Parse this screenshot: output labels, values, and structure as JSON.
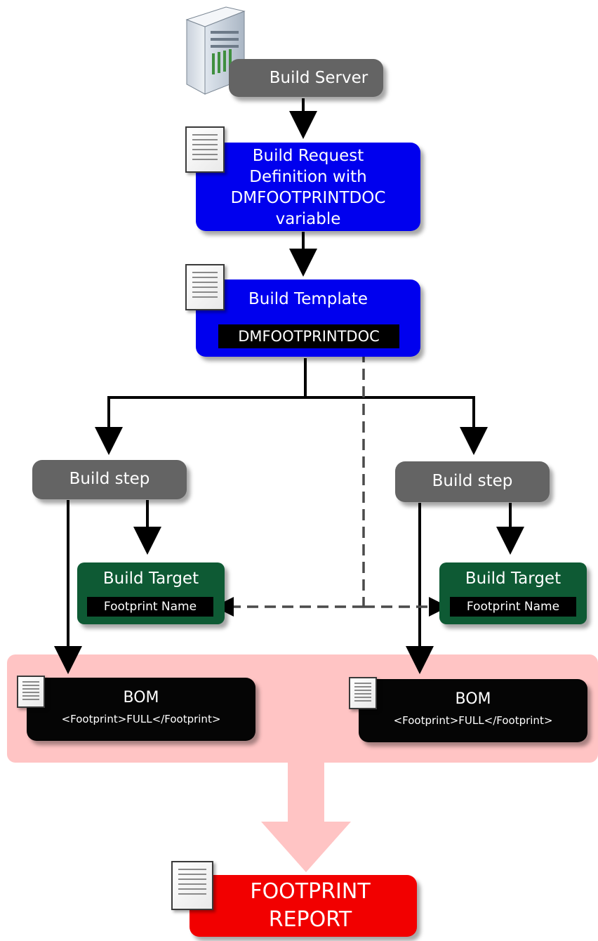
{
  "nodes": {
    "build_server": "Build Server",
    "build_request": [
      "Build Request",
      "Definition with",
      "DMFOOTPRINTDOC",
      "variable"
    ],
    "build_template": "Build Template",
    "template_variable": "DMFOOTPRINTDOC",
    "build_step_left": "Build step",
    "build_step_right": "Build step",
    "build_target_left": "Build Target",
    "build_target_left_tag": "Footprint Name",
    "build_target_right": "Build Target",
    "build_target_right_tag": "Footprint Name",
    "bom_left": "BOM",
    "bom_left_sub": "<Footprint>FULL</Footprint>",
    "bom_right": "BOM",
    "bom_right_sub": "<Footprint>FULL</Footprint>",
    "report": [
      "FOOTPRINT",
      "REPORT"
    ]
  },
  "icons": [
    "server-icon",
    "document-icon"
  ],
  "colors": {
    "gray_box": "#646464",
    "blue_box": "#0000ee",
    "green_box": "#0e5a34",
    "black_box": "#050505",
    "red_box": "#f20000",
    "bom_band": "#ffc4c4",
    "connector": "#000000",
    "dashed_connector": "#555555"
  }
}
